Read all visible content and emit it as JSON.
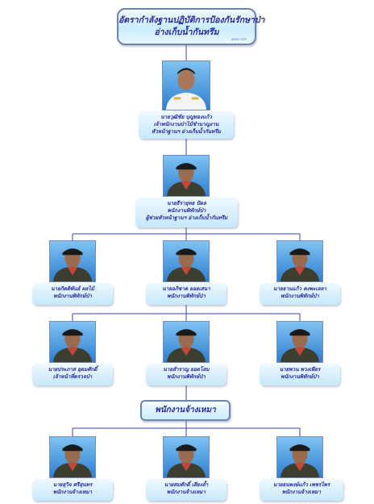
{
  "header": {
    "title_line1": "อัตรากำลังฐานปฏิบัติการป้องกันรักษาป่า",
    "title_line2": "อ่างเก็บน้ำกันทรึม",
    "watermark": "www.com"
  },
  "levels": [
    {
      "people": [
        {
          "name": "นายวุฒิชัย บุญทองแก้ว",
          "role": "เจ้าพนักงานป่าไม้ชำนาญงาน",
          "role2": "หัวหน้าฐานฯ อ่างเก็บน้ำกันทรึม"
        }
      ]
    },
    {
      "people": [
        {
          "name": "นายธีรายุทธ ปัดล",
          "role": "พนักงานพิทักษ์ป่า",
          "role2": "ผู้ช่วยหัวหน้าฐานฯ อ่างเก็บน้ำกันทรึม"
        }
      ]
    },
    {
      "people": [
        {
          "name": "นายกิตติพันธ์ ผลไม้",
          "role": "พนักงานพิทักษ์ป่า"
        },
        {
          "name": "นายอภิชาต ยอยเสนา",
          "role": "พนักงานพิทักษ์ป่า"
        },
        {
          "name": "นายธานแก้ว คงพะเลลา",
          "role": "พนักงานพิทักษ์ป่า"
        }
      ]
    },
    {
      "people": [
        {
          "name": "นายประภาส อุดมศักดิ์",
          "role": "เจ้าหน้าที่ตรวจป่า"
        },
        {
          "name": "นายสำราญ ยอดโสม",
          "role": "พนักงานพิทักษ์ป่า"
        },
        {
          "name": "นายพวน พวงเพียร",
          "role": "พนักงานพิทักษ์ป่า"
        }
      ]
    }
  ],
  "section": {
    "label": "พนักงานจ้างเหมา"
  },
  "contract_staff": [
    {
      "name": "นายสุวิจ ศรีสุนทร",
      "role": "พนักงานจ้างเหมา"
    },
    {
      "name": "นายสมศักดิ์ เสียงล้ำ",
      "role": "พนักงานจ้างเหมา"
    },
    {
      "name": "นายธนพงษ์แก้ว เพชรไพร",
      "role": "พนักงานจ้างเหมา"
    }
  ]
}
